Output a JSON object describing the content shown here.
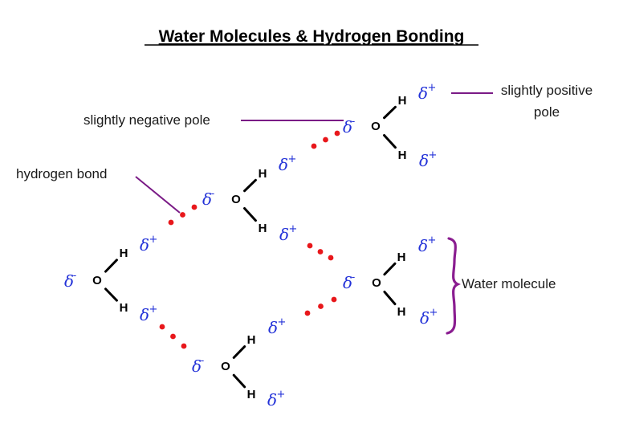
{
  "title": "Water Molecules & Hydrogen Bonding",
  "labels": {
    "negative_pole": "slightly negative pole",
    "positive_pole_line1": "slightly positive",
    "positive_pole_line2": "pole",
    "hydrogen_bond": "hydrogen bond",
    "water_molecule": "Water molecule"
  },
  "atoms": {
    "oxygen": "O",
    "hydrogen": "H"
  },
  "charges": {
    "delta": "δ",
    "positive": "+",
    "negative": "-"
  },
  "colors": {
    "charge": "#2332d8",
    "hydrogen_bond_dots": "#e8171b",
    "annotation": "#7a1a86",
    "bond": "#000000"
  },
  "molecules": [
    {
      "id": "top-right",
      "oxygen_charge": "negative",
      "hydrogen_charges": [
        "positive",
        "positive"
      ]
    },
    {
      "id": "middle",
      "oxygen_charge": "negative",
      "hydrogen_charges": [
        "positive",
        "positive"
      ]
    },
    {
      "id": "left",
      "oxygen_charge": "negative",
      "hydrogen_charges": [
        "positive",
        "positive"
      ]
    },
    {
      "id": "bottom",
      "oxygen_charge": "negative",
      "hydrogen_charges": [
        "positive",
        "positive"
      ]
    },
    {
      "id": "right-middle",
      "oxygen_charge": "negative",
      "hydrogen_charges": [
        "positive",
        "positive"
      ]
    }
  ],
  "hydrogen_bonds": [
    {
      "from": "middle",
      "to": "top-right",
      "dots": 3
    },
    {
      "from": "left",
      "to": "middle",
      "dots": 3
    },
    {
      "from": "left",
      "to": "bottom",
      "dots": 3
    },
    {
      "from": "middle",
      "to": "right-middle",
      "dots": 3
    },
    {
      "from": "bottom",
      "to": "right-middle",
      "dots": 3
    }
  ]
}
